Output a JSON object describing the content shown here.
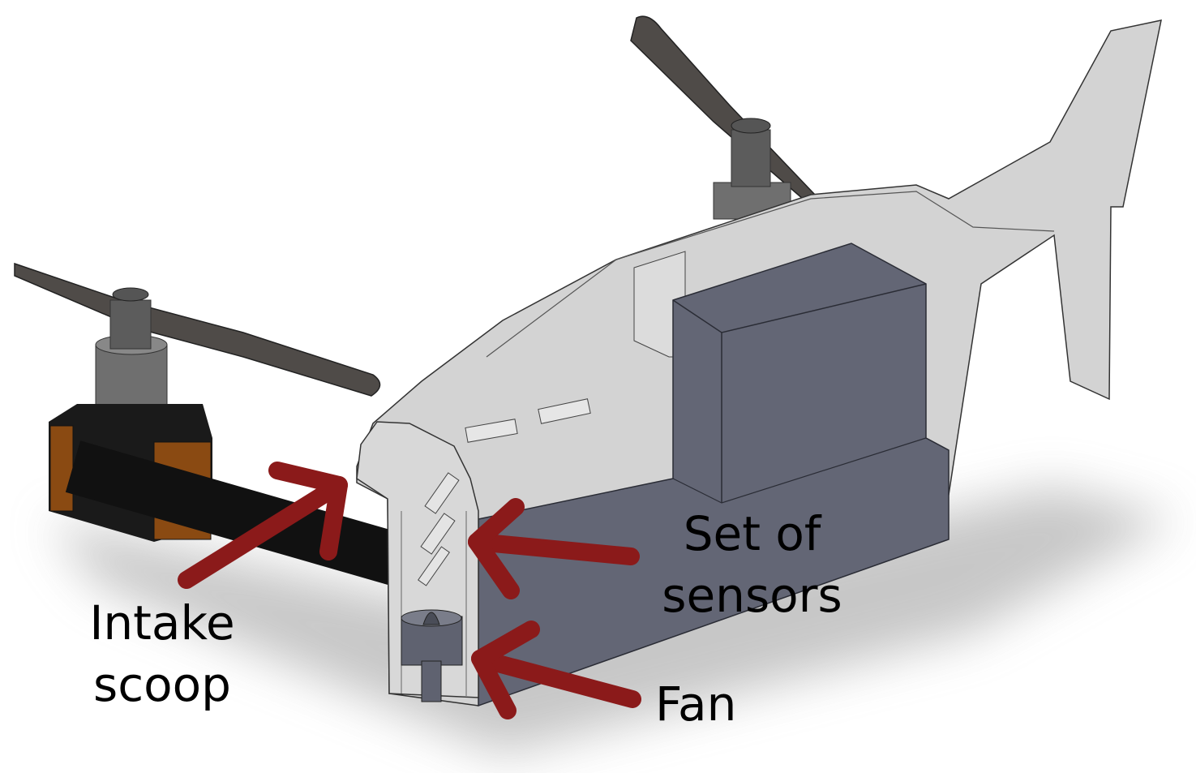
{
  "labels": {
    "intake": [
      "Intake",
      "scoop"
    ],
    "sensors": [
      "Set of",
      "sensors"
    ],
    "fan": "Fan"
  },
  "colors": {
    "arrow": "#8b1a1a",
    "body": "#d3d3d3",
    "sensor_box": "#636675",
    "propeller": "#4f4b48",
    "motor": "#6f6f6f",
    "bracket": "#8a4a12",
    "arm": "#111111"
  }
}
